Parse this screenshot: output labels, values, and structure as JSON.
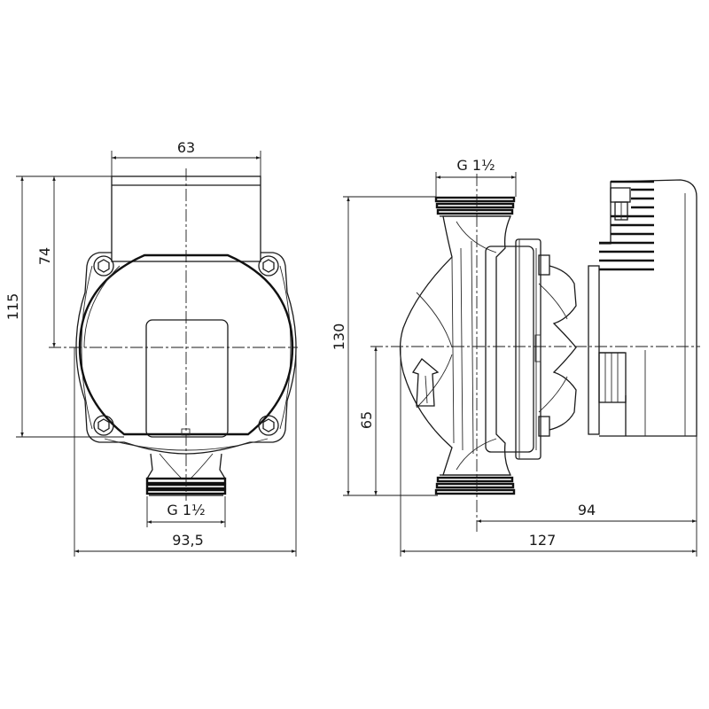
{
  "drawing": {
    "type": "technical-dimension-drawing",
    "subject": "circulator pump",
    "line_color": "#1a1a1a",
    "background": "#ffffff"
  },
  "front_view": {
    "dimensions": {
      "top_width": "63",
      "overall_height": "115",
      "top_to_center": "74",
      "connection_thread": "G 1½",
      "overall_width": "93,5"
    }
  },
  "side_view": {
    "dimensions": {
      "connection_thread": "G 1½",
      "overall_height": "130",
      "center_to_bottom": "65",
      "axis_to_motor_end": "94",
      "overall_length": "127"
    }
  }
}
